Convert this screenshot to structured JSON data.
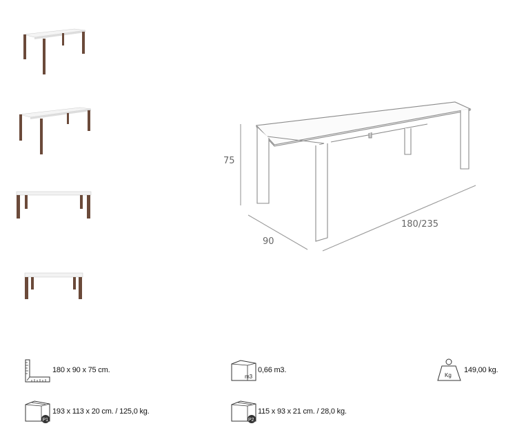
{
  "thumbnails": [
    {
      "name": "table-perspective-closed",
      "view": "perspective"
    },
    {
      "name": "table-perspective-extended",
      "view": "perspective-extended"
    },
    {
      "name": "table-front-extended",
      "view": "front-extended"
    },
    {
      "name": "table-front-closed",
      "view": "front"
    }
  ],
  "drawing": {
    "height_label": "75",
    "depth_label": "90",
    "length_label": "180/235"
  },
  "specs": {
    "dimensions": {
      "icon": "ruler-square-icon",
      "text": "180 x 90 x 75 cm."
    },
    "volume": {
      "icon": "cube-m3-icon",
      "badge": "m3",
      "text": "0,66 m3."
    },
    "weight": {
      "icon": "weight-kg-icon",
      "badge": "Kg",
      "text": "149,00 kg."
    },
    "package1": {
      "icon": "box-p1-icon",
      "badge": "P1",
      "text": "193 x 113 x 20 cm. / 125,0 kg."
    },
    "package2": {
      "icon": "box-p2-icon",
      "badge": "P2",
      "text": "115 x 93 x 21 cm. / 28,0 kg."
    }
  },
  "colors": {
    "wood": "#6b4a3a",
    "top": "#f2f2f2",
    "line": "#888888"
  }
}
